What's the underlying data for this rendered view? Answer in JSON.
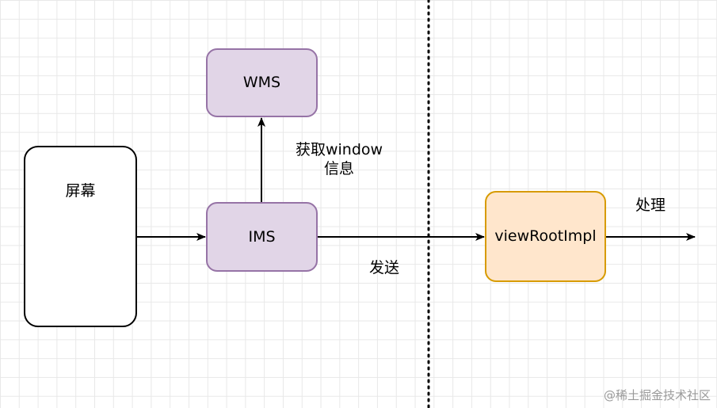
{
  "nodes": {
    "screen": "屏幕",
    "wms": "WMS",
    "ims": "IMS",
    "view_root_impl": "viewRootImpl"
  },
  "edge_labels": {
    "fetch_window_line1": "获取window",
    "fetch_window_line2": "信息",
    "send": "发送",
    "handle": "处理"
  },
  "watermark": "@稀土掘金技术社区",
  "colors": {
    "purple_fill": "#e1d5e7",
    "purple_stroke": "#9673a6",
    "orange_fill": "#ffe6cc",
    "orange_stroke": "#d79b00",
    "line": "#000000"
  }
}
